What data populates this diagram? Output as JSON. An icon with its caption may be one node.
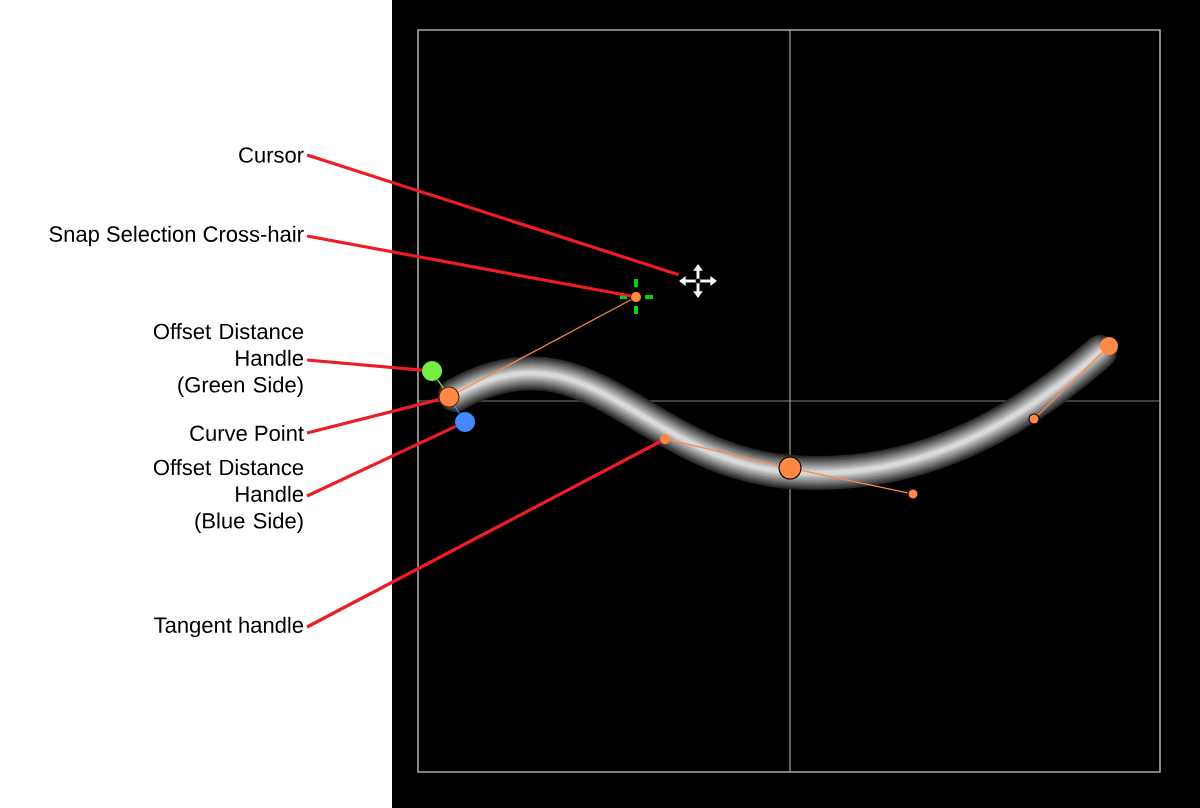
{
  "diagram": {
    "nodes": [
      {
        "text": [
          "Cursor"
        ]
      },
      {
        "text": [
          "Snap Selection Cross-hair"
        ]
      },
      {
        "text": [
          "Offset Distance Handle (Green Side)"
        ]
      },
      {
        "text": [
          "Curve Point"
        ]
      },
      {
        "text": [
          "Offset Distance Handle (Blue Side)"
        ]
      },
      {
        "text": [
          "Tangent handle"
        ]
      },
      {
        "text": [],
        "shape": "cross"
      },
      {
        "text": [],
        "shape": "circle"
      },
      {
        "text": [],
        "shape": "circle"
      },
      {
        "text": [],
        "shape": "circle"
      },
      {
        "text": [],
        "shape": "circle"
      },
      {
        "text": [],
        "shape": "circle"
      },
      {
        "text": [],
        "shape": "circle"
      },
      {
        "text": [],
        "shape": "circle"
      },
      {
        "text": [],
        "shape": "circle"
      },
      {
        "text": [],
        "shape": "circle"
      }
    ],
    "edges": [
      {
        "from": 0,
        "to": 6,
        "arrow": "none",
        "style": "thick",
        "color": "#ee1c24"
      },
      {
        "from": 1,
        "to": 7,
        "arrow": "none",
        "style": "thick",
        "color": "#ee1c24"
      },
      {
        "from": 2,
        "to": 8,
        "arrow": "none",
        "style": "thick",
        "color": "#ee1c24"
      },
      {
        "from": 3,
        "to": 9,
        "arrow": "none",
        "style": "thick",
        "color": "#ee1c24"
      },
      {
        "from": 4,
        "to": 10,
        "arrow": "none",
        "style": "thick",
        "color": "#ee1c24"
      },
      {
        "from": 5,
        "to": 11,
        "arrow": "none",
        "style": "thick",
        "color": "#ee1c24"
      },
      {
        "from": 9,
        "to": 7,
        "arrow": "none",
        "color": "#ff8844"
      },
      {
        "from": 8,
        "to": 9,
        "arrow": "none",
        "color": "#77ee44"
      },
      {
        "from": 9,
        "to": 10,
        "arrow": "none",
        "color": "#4488ff"
      },
      {
        "from": 11,
        "to": 12,
        "arrow": "none",
        "color": "#ff8844"
      },
      {
        "from": 12,
        "to": 13,
        "arrow": "none",
        "color": "#ff8844"
      },
      {
        "from": 14,
        "to": 15,
        "arrow": "none",
        "color": "#ff8844"
      }
    ]
  }
}
